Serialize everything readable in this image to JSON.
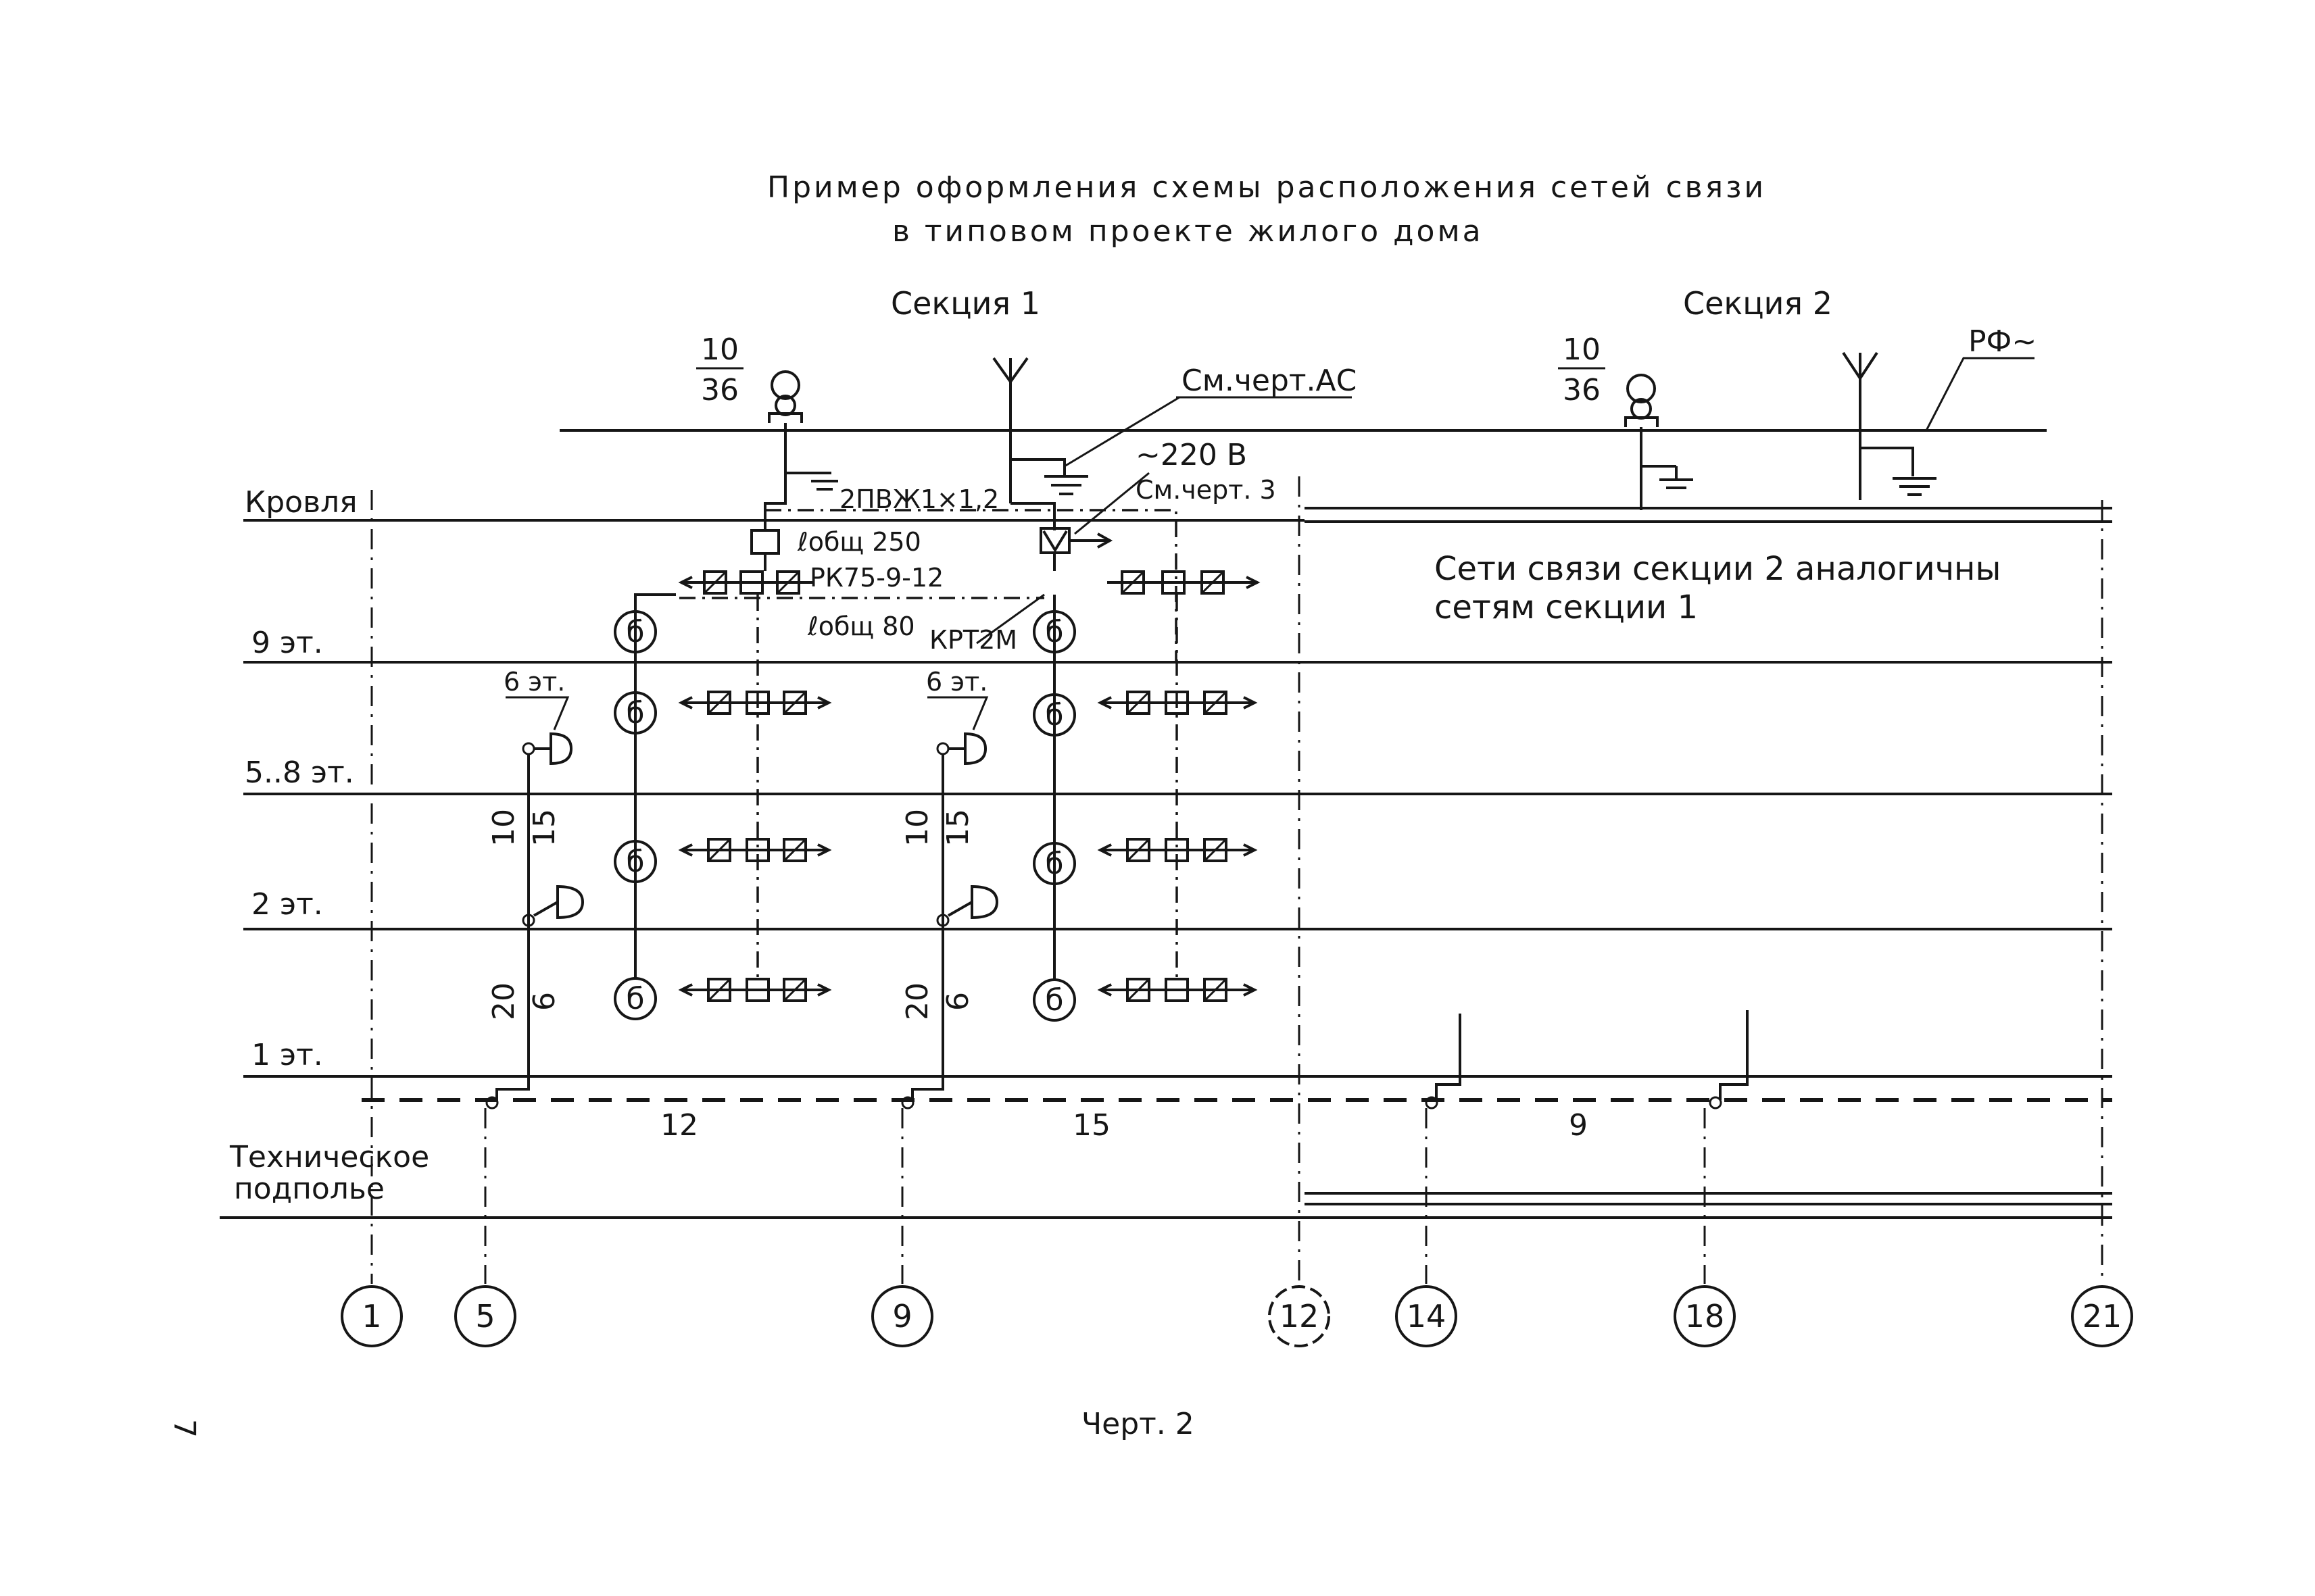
{
  "title": {
    "line1": "Пример оформления схемы расположения сетей связи",
    "line2": "в типовом проекте жилого дома"
  },
  "sections": {
    "s1": "Секция 1",
    "s2": "Секция 2"
  },
  "floors": {
    "roof": "Кровля",
    "f9": "9 эт.",
    "f5_8": "5..8 эт.",
    "f2": "2 эт.",
    "f1": "1 эт.",
    "basement_1": "Техническое",
    "basement_2": "подполье"
  },
  "annotations": {
    "frac1_num": "10",
    "frac1_den": "36",
    "frac2_num": "10",
    "frac2_den": "36",
    "see_as": "См.черт.АС",
    "rf": "РФ~",
    "v220": "~220 В",
    "see3": "См.черт. 3",
    "cable1": "2ПВЖ1×1,2",
    "len250": "ℓобщ 250",
    "rk": "РК75-9-12",
    "len80": "ℓобщ 80",
    "krt": "КРТ2М",
    "floor6_a": "6 эт.",
    "floor6_b": "6 эт.",
    "riser_a_num": "10",
    "riser_a_den": "15",
    "riser_b_num": "10",
    "riser_b_den": "15",
    "riser_c_num": "20",
    "riser_c_den": "6",
    "riser_d_num": "20",
    "riser_d_den": "6",
    "span12": "12",
    "span15": "15",
    "span9": "9",
    "note_line1": "Сети связи секции 2 аналогичны",
    "note_line2": "сетям секции 1",
    "tap_mark": "б"
  },
  "axes": [
    "1",
    "5",
    "9",
    "12",
    "14",
    "18",
    "21"
  ],
  "footer": {
    "caption": "Черт. 2",
    "page": "7"
  }
}
